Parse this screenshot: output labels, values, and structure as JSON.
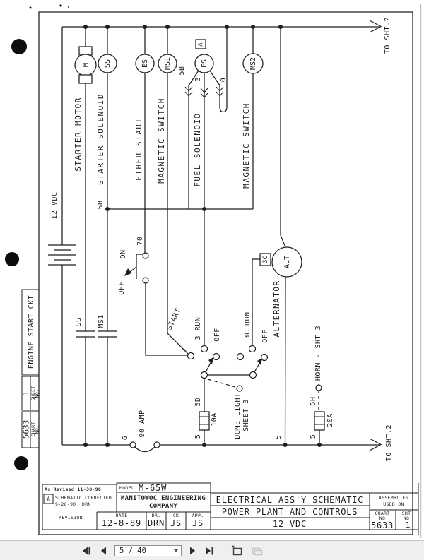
{
  "toolbar": {
    "page_field": "5 / 40",
    "icons": {
      "first_page": "skip-to-first-page",
      "previous_page": "previous-page-triangle",
      "next_page": "next-page-triangle",
      "last_page": "skip-to-last-page",
      "previous_view": "previous-view",
      "next_view": "next-view"
    }
  },
  "sidebar": {
    "engine_start": "ENGINE START CKT",
    "sheet_label_1": "SHEET",
    "sheet_label_2": "NO.",
    "sheet_value": "1",
    "chart_label_1": "CHART",
    "chart_label_2": "NO.",
    "chart_value": "5633"
  },
  "diagram": {
    "to_sheet": "TO SHT.2",
    "components": {
      "m": "M",
      "ss": "SS",
      "es": "ES",
      "ms1": "MS1",
      "fs": "FS",
      "ms2": "MS2",
      "alt": "ALT",
      "ref_a": "A",
      "alt_term": "3C"
    },
    "names": {
      "starter_motor": "STARTER MOTOR",
      "starter_solenoid": "STARTER SOLENOID",
      "ether_start": "ETHER START",
      "magnetic_switch": "MAGNETIC SWITCH",
      "fuel_solenoid": "FUEL SOLENOID",
      "alternator": "ALTERNATOR"
    },
    "wires": {
      "w5b": "5B",
      "w3": "3",
      "w0": "0",
      "w70": "70",
      "w7": "7",
      "w5": "5",
      "w6": "6",
      "w5d": "5D",
      "w5h": "5H"
    },
    "battery": "12 VDC",
    "switch_labels": {
      "on": "ON",
      "off": "OFF",
      "start": "START",
      "run3": "3 RUN",
      "run3c": "3C RUN",
      "contact_ss": "SS",
      "contact_ms1": "MS1"
    },
    "ratings": {
      "breaker": "90 AMP",
      "fuse10": "10A",
      "fuse20": "20A"
    },
    "refs": {
      "dome_1": "DOME LIGHT",
      "dome_2": "SHEET 3",
      "horn": "HORN - SHT 3"
    }
  },
  "title_block": {
    "revised": "As Revised 11-30-90",
    "rev_mark": "A",
    "rev_note": "SCHEMATIC CORRECTED",
    "rev_date": "9-26-90",
    "rev_by": "DRN",
    "revision": "REVISION",
    "model_label": "MODEL",
    "model": "M-65W",
    "company_1": "MANITOWOC ENGINEERING",
    "company_2": "COMPANY",
    "date_label": "DATE",
    "date": "12-8-89",
    "dr_label": "DR.",
    "dr": "DRN",
    "ck_label": "CK",
    "ck": "JS",
    "app_label": "APP.",
    "app": "JS",
    "title_1": "ELECTRICAL ASS'Y SCHEMATIC",
    "title_2": "POWER PLANT AND CONTROLS",
    "title_3": "12 VDC",
    "assemblies_1": "ASSEMBLIES",
    "assemblies_2": "USED ON",
    "chart_label_1": "CHART",
    "chart_label_2": "NO",
    "chart_no": "5633",
    "sht_label_1": "SHT",
    "sht_label_2": "NO",
    "sht_no": "1"
  }
}
